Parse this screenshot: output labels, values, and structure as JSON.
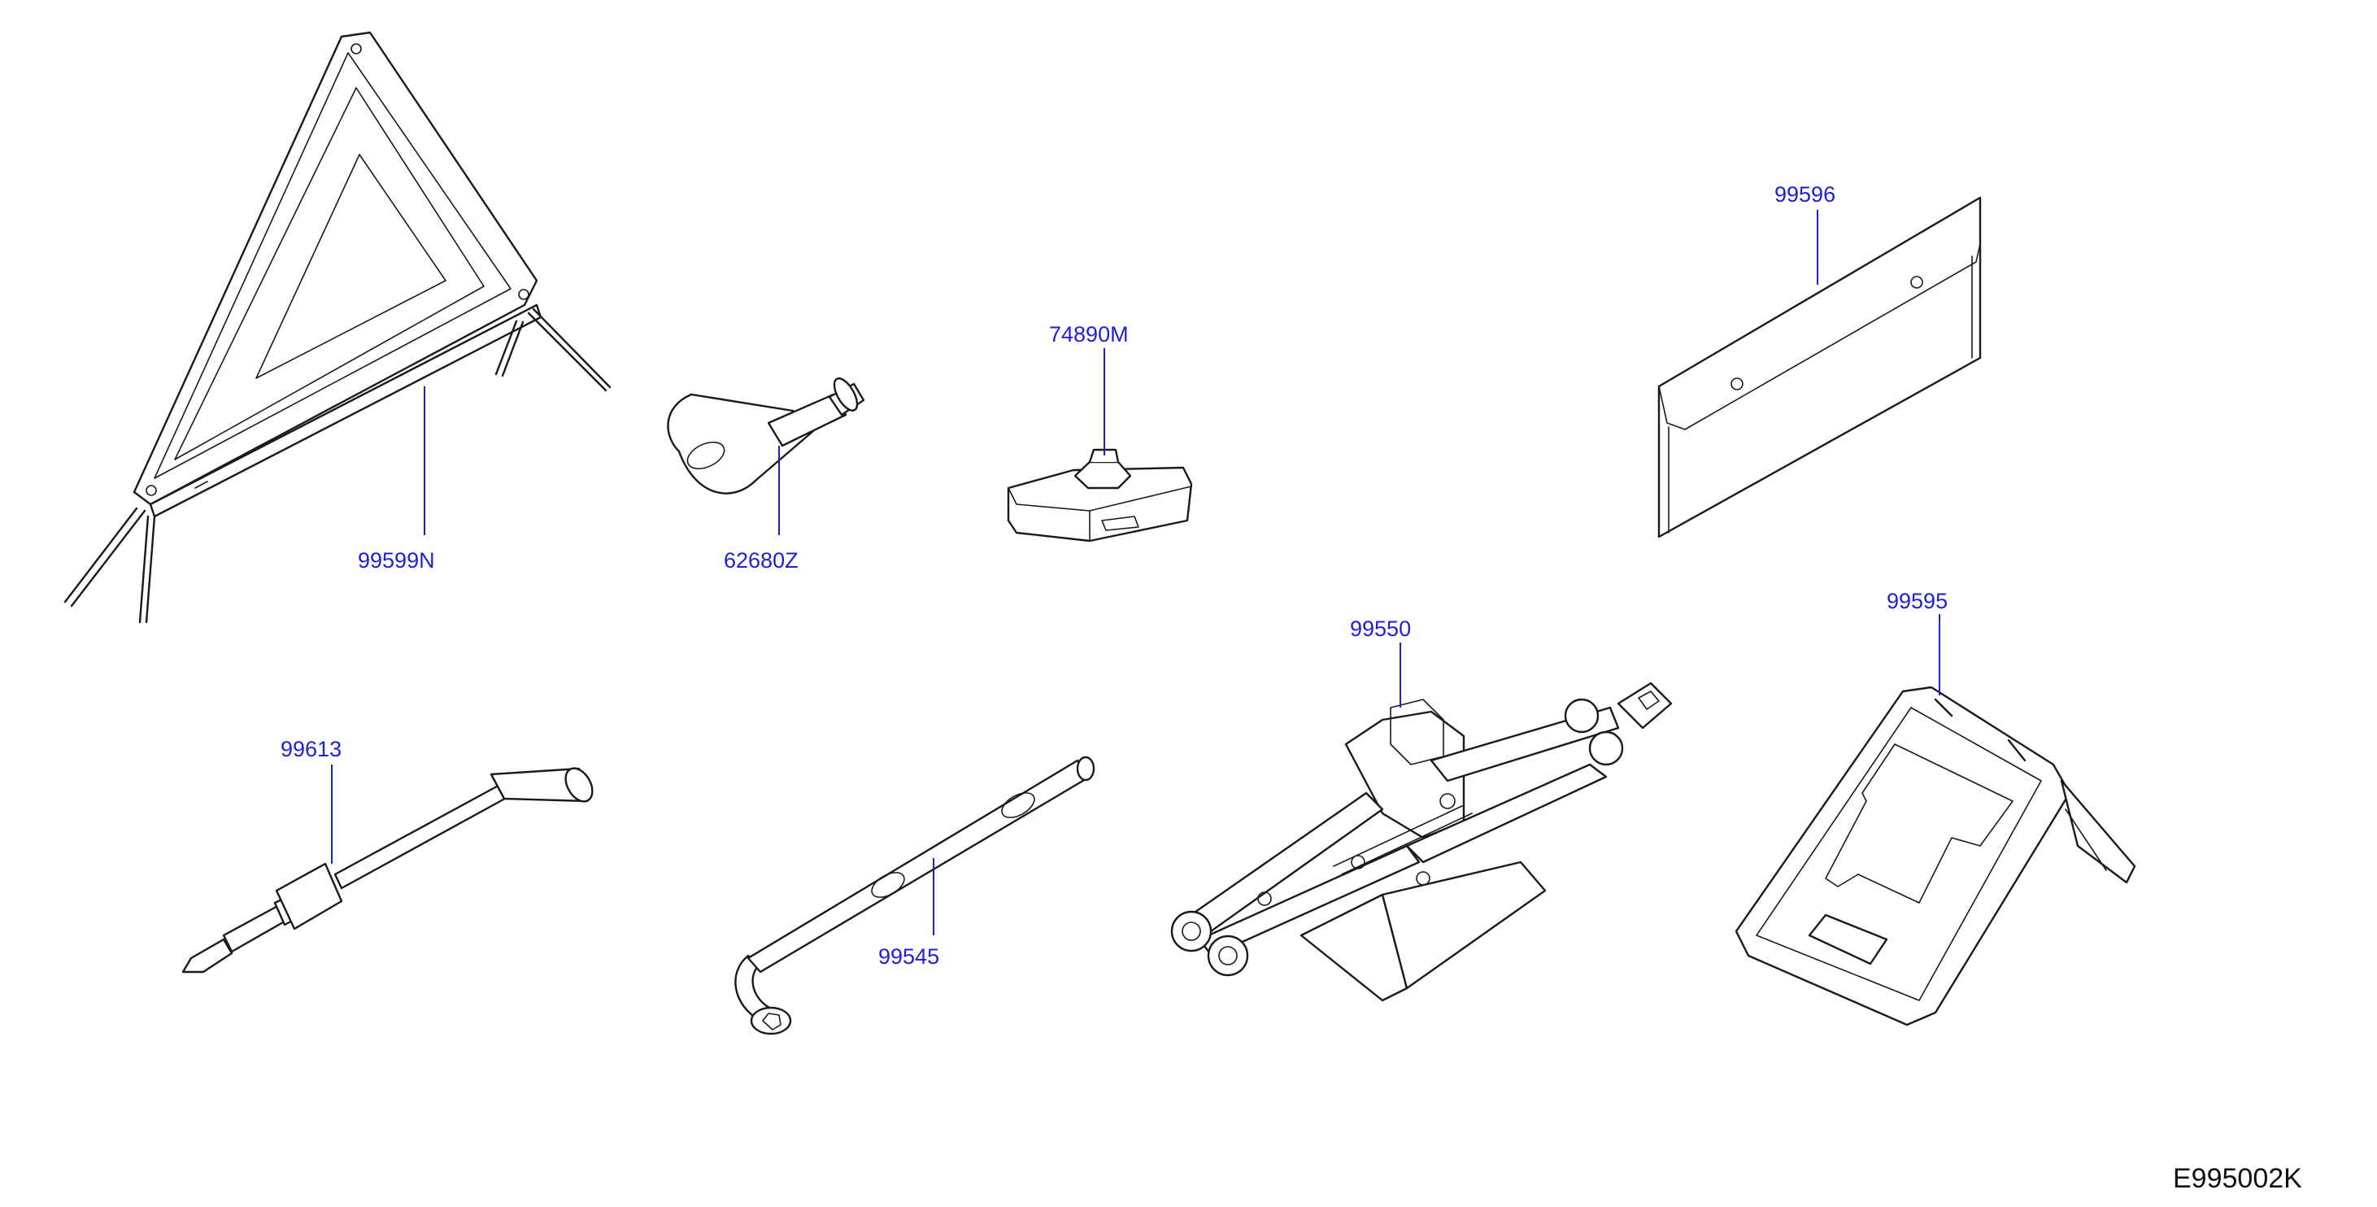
{
  "diagram_code": "E995002K",
  "colors": {
    "callout": "#1f1fd6",
    "linework": "#1a1a1a",
    "background": "#ffffff"
  },
  "parts": {
    "warning_triangle": {
      "number": "99599N"
    },
    "tow_hook": {
      "number": "62680Z"
    },
    "jack_adapter": {
      "number": "74890M"
    },
    "tool_bag": {
      "number": "99596"
    },
    "screwdriver_handle": {
      "number": "99613"
    },
    "wheel_nut_wrench": {
      "number": "99545"
    },
    "jack": {
      "number": "99550"
    },
    "wheel_chock": {
      "number": "99595"
    }
  }
}
